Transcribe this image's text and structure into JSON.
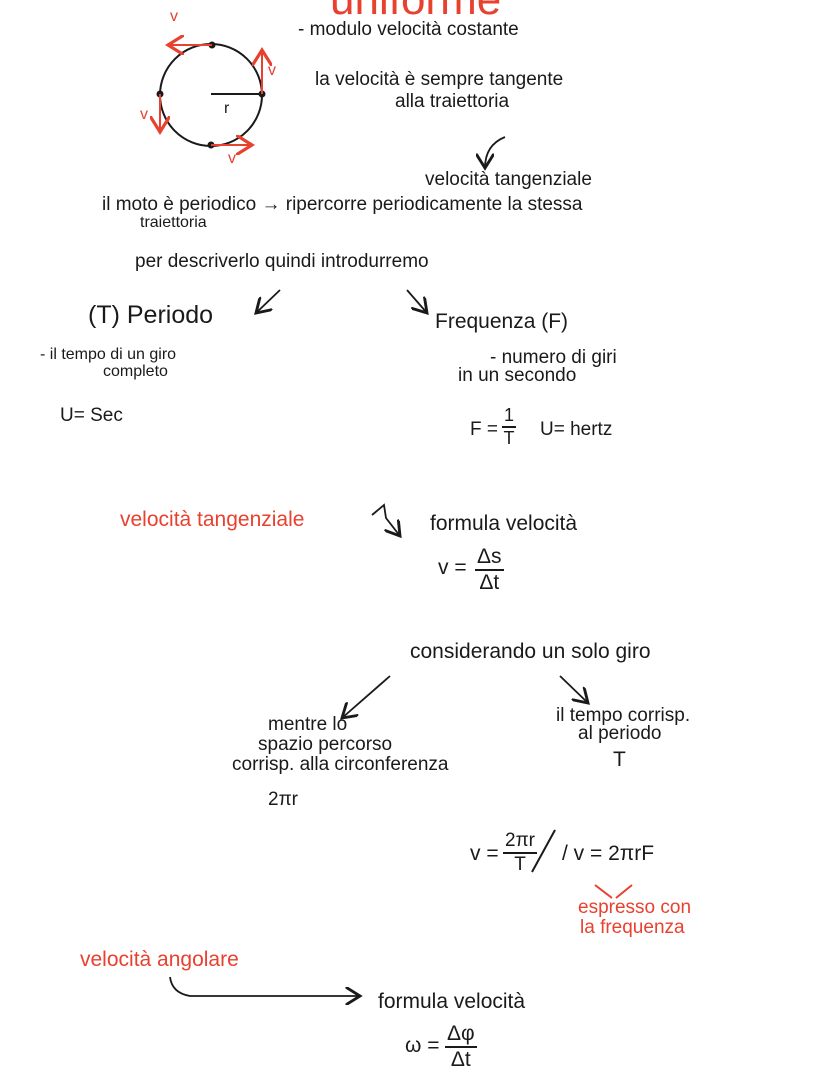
{
  "title": "uniforme",
  "diagram": {
    "vector_label": "v",
    "radius_label": "r",
    "accent": "#e8412f"
  },
  "lines": {
    "modulo": "- modulo velocità costante",
    "tangente_1": "la velocità è sempre tangente",
    "tangente_2": "alla traiettoria",
    "vel_tang": "velocità tangenziale",
    "periodico_1": "il moto è periodico → ripercorre periodicamente la stessa",
    "periodico_2": "traiettoria",
    "introdurremo": "per descriverlo quindi introdurremo"
  },
  "periodo": {
    "heading": "(T) Periodo",
    "def_1": "- il tempo di un giro",
    "def_2": "completo",
    "unit": "U= Sec"
  },
  "frequenza": {
    "heading": "Frequenza (F)",
    "def_1": "- numero di giri",
    "def_2": "in un secondo",
    "formula_lhs": "F =",
    "num": "1",
    "den": "T",
    "unit": "U= hertz"
  },
  "tangenziale": {
    "heading": "velocità tangenziale",
    "formula_label": "formula velocità",
    "lhs": "v =",
    "num": "Δs",
    "den": "Δt",
    "considerando": "considerando un solo giro",
    "spazio_1": "mentre lo",
    "spazio_2": "spazio percorso",
    "spazio_3": "corrisp. alla circonferenza",
    "spazio_val": "2πr",
    "tempo_1": "il tempo corrisp.",
    "tempo_2": "al periodo",
    "tempo_val": "T",
    "v_lhs": "v =",
    "v_num": "2πr",
    "v_den": "T",
    "v_alt": "/ v = 2πrF",
    "note_1": "espresso con",
    "note_2": "la frequenza"
  },
  "angolare": {
    "heading": "velocità angolare",
    "formula_label": "formula velocità",
    "lhs": "ω =",
    "num": "Δφ",
    "den": "Δt"
  }
}
